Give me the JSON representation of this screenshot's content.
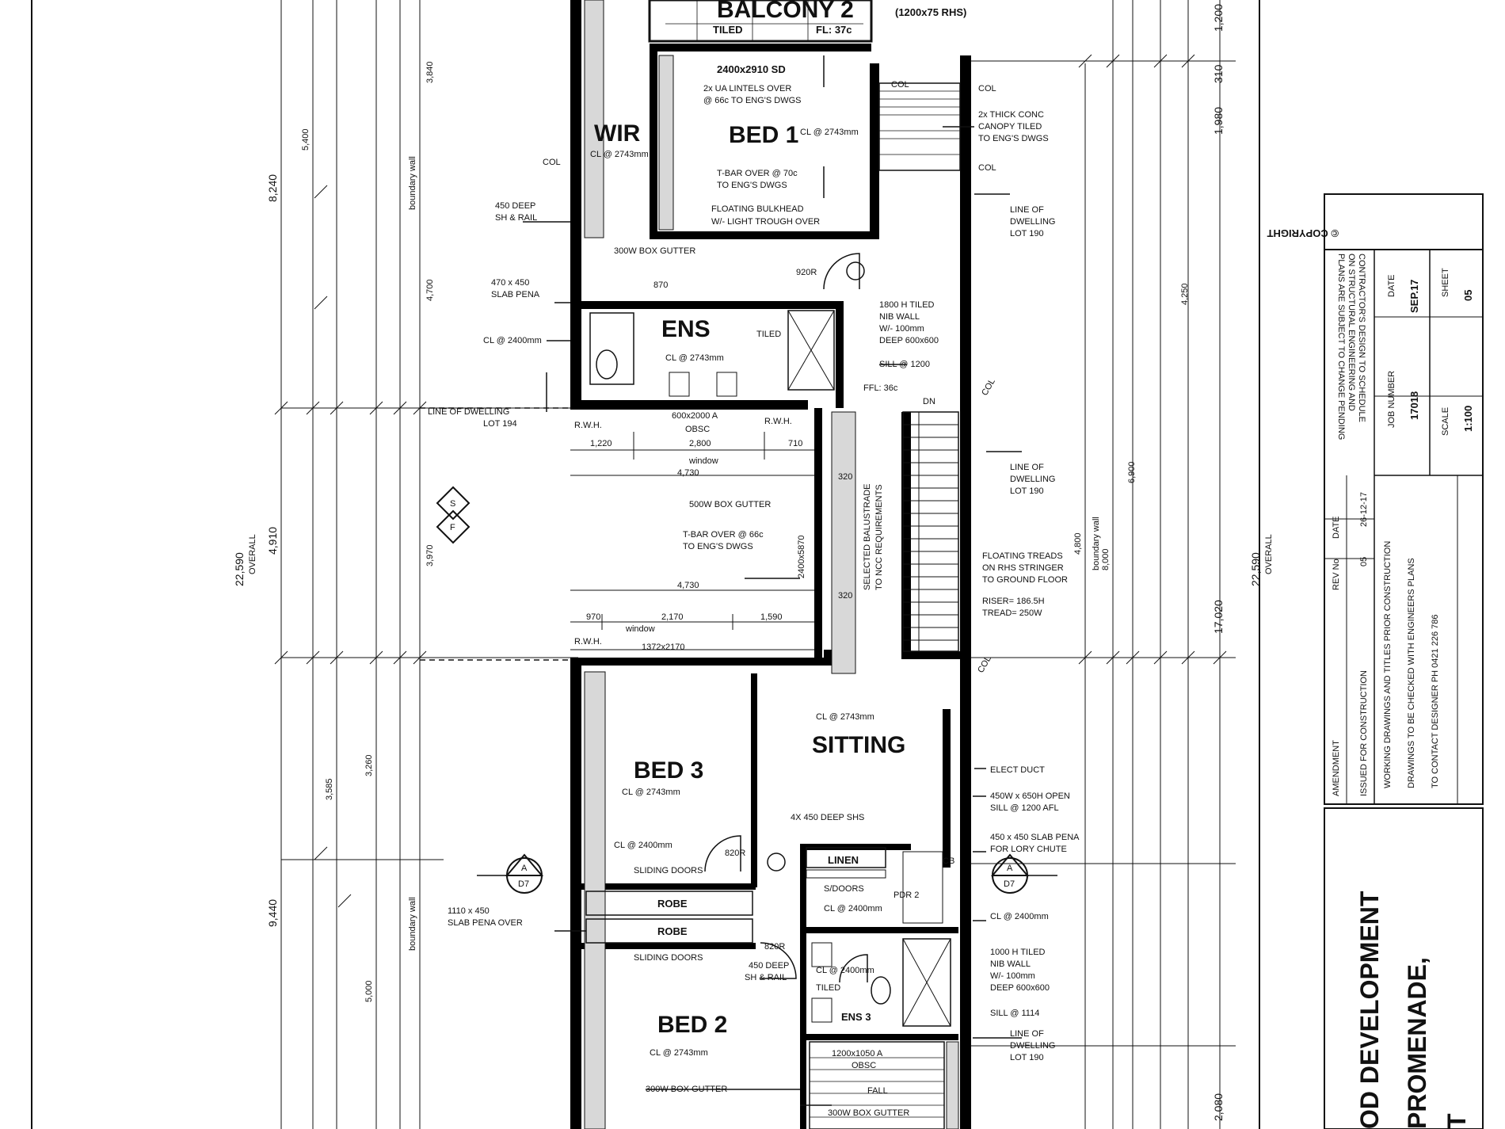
{
  "rooms": {
    "balcony2": "BALCONY 2",
    "bed1": "BED 1",
    "wir": "WIR",
    "ens": "ENS",
    "sitting": "SITTING",
    "bed3": "BED 3",
    "bed2": "BED 2",
    "robe": "ROBE",
    "linen": "LINEN",
    "ens3": "ENS 3",
    "pdr": "PDR 2"
  },
  "ceilings": {
    "bed1": "CL @ 2743mm",
    "sitting": "CL @ 2743mm",
    "bed3": "CL @ 2743mm",
    "bed2": "CL @ 2743mm",
    "ens": "CL @ 2743mm",
    "wir": "CL @ 2743mm",
    "cl2400": "CL @ 2400mm",
    "cl2400b": "CL @ 2400mm"
  },
  "notes": {
    "tiled": "TILED",
    "fl": "FL: 37c",
    "sd": "2400x2910 SD",
    "lintels1": "2x UA LINTELS OVER",
    "lintels2": "@ 66c TO ENG'S DWGS",
    "tbar1": "T-BAR OVER @ 70c",
    "tbar2": "TO ENG'S DWGS",
    "bulk1": "FLOATING BULKHEAD",
    "bulk2": "W/- LIGHT TROUGH OVER",
    "gutter": "300W BOX GUTTER",
    "col": "COL",
    "canopy1": "2x THICK CONC",
    "canopy2": "CANOPY TILED",
    "canopy3": "TO ENG'S DWGS",
    "shrail1": "450 DEEP",
    "shrail2": "SH & RAIL",
    "slabpen1": "470 x 450",
    "slabpen2": "SLAB PENA",
    "lod1": "LINE OF DWELLING",
    "lod2": "LOT 194",
    "lod3": "LINE OF",
    "lod4": "DWELLING",
    "lod5": "LOT 190",
    "nib1": "1800 H TILED",
    "nib2": "NIB WALL",
    "nib3": "W/- 100mm",
    "nib4": "DEEP 600x600",
    "sill1": "SILL @ 1200",
    "ffl": "FFL: 36c",
    "dn": "DN",
    "rwh": "R.W.H.",
    "win1": "600x2000 A",
    "obsc": "OBSC",
    "window": "window",
    "gutter500": "500W BOX GUTTER",
    "tbar3": "T-BAR OVER @ 66c",
    "tbar4": "TO ENG'S DWGS",
    "bal1": "SELECTED BALUSTRADE",
    "bal2": "TO NCC REQUIREMENTS",
    "tread1": "FLOATING TREADS",
    "tread2": "ON RHS STRINGER",
    "tread3": "TO GROUND FLOOR",
    "tread4": "RISER= 186.5H",
    "tread5": "TREAD= 250W",
    "win2": "1372x2170",
    "duct": "ELECT DUCT",
    "open1": "450W x 650H OPEN",
    "open2": "SILL @ 1200 AFL",
    "slab3": "450 x 450 SLAB PENA",
    "slab4": "FOR LORY CHUTE",
    "shelves": "4X 450 DEEP SHS",
    "sliding": "SLIDING DOORS",
    "sdoors": "S/DOORS",
    "slab5": "1110 x 450",
    "slab6": "SLAB PENA OVER",
    "nib5": "1000 H TILED",
    "sill2": "SILL @ 1114",
    "win3": "1200x1050 A",
    "fall": "FALL",
    "gutter3": "300W BOX GUTTER",
    "door920": "920R",
    "door820": "820R",
    "cupboard": "CB",
    "bracket1": "(1200x75 RHS)"
  },
  "dims": {
    "d1220": "1,220",
    "d2800": "2,800",
    "d710": "710",
    "d4730a": "4,730",
    "d4730b": "4,730",
    "d970": "970",
    "d2170": "2,170",
    "d1590": "1,590",
    "d320a": "320",
    "d320b": "320",
    "d2400x": "2400x5870",
    "d870": "870",
    "d3840": "3,840",
    "d5400": "5,400",
    "d4700": "4,700",
    "d8240": "8,240",
    "d22590a": "22,590",
    "d22590b": "22,590",
    "d4910": "4,910",
    "d9440": "9,440",
    "d17020": "17,020",
    "d1980": "1,980",
    "d310": "310",
    "d1200": "1,200",
    "d2080": "2,080",
    "d4250": "4,250",
    "d6900": "6,900",
    "d4800": "4,800",
    "d5970": "3,970",
    "d3585": "3,585",
    "d3260": "3,260",
    "d5000": "5,000",
    "d8000": "8,000",
    "overall": "OVERALL",
    "boundary": "boundary wall"
  },
  "section": {
    "a": "A",
    "sheet": "D7",
    "s": "S",
    "f": "F"
  },
  "title_block": {
    "copyright": "© COPYRIGHT",
    "disclaimer1": "PLANS ARE SUBJECT TO CHANGE PENDING",
    "disclaimer2": "ON STRUCTURAL ENGINEERING AND",
    "disclaimer3": "CONTRACTOR'S DESIGN TO SCHEDULE",
    "date_label": "DATE",
    "date": "SEP.17",
    "sheet_label": "SHEET",
    "sheet": "05",
    "job_label": "JOB NUMBER",
    "job": "17018",
    "scale_label": "SCALE",
    "scale": "1:100",
    "rev_label": "REV No",
    "rev_date_label": "DATE",
    "amend_label": "AMENDMENT",
    "rev": "05",
    "rev_date": "26-12-17",
    "amend1": "ISSUED FOR CONSTRUCTION",
    "amend2": "WORKING DRAWINGS AND TITLES PRIOR CONSTRUCTION",
    "amend3": "DRAWINGS TO BE CHECKED WITH ENGINEERS PLANS",
    "amend4": "TO CONTACT DESIGNER PH 0421 226 786",
    "project1": "OD DEVELOPMENT",
    "project2": "PROMENADE,",
    "project3": "T"
  }
}
